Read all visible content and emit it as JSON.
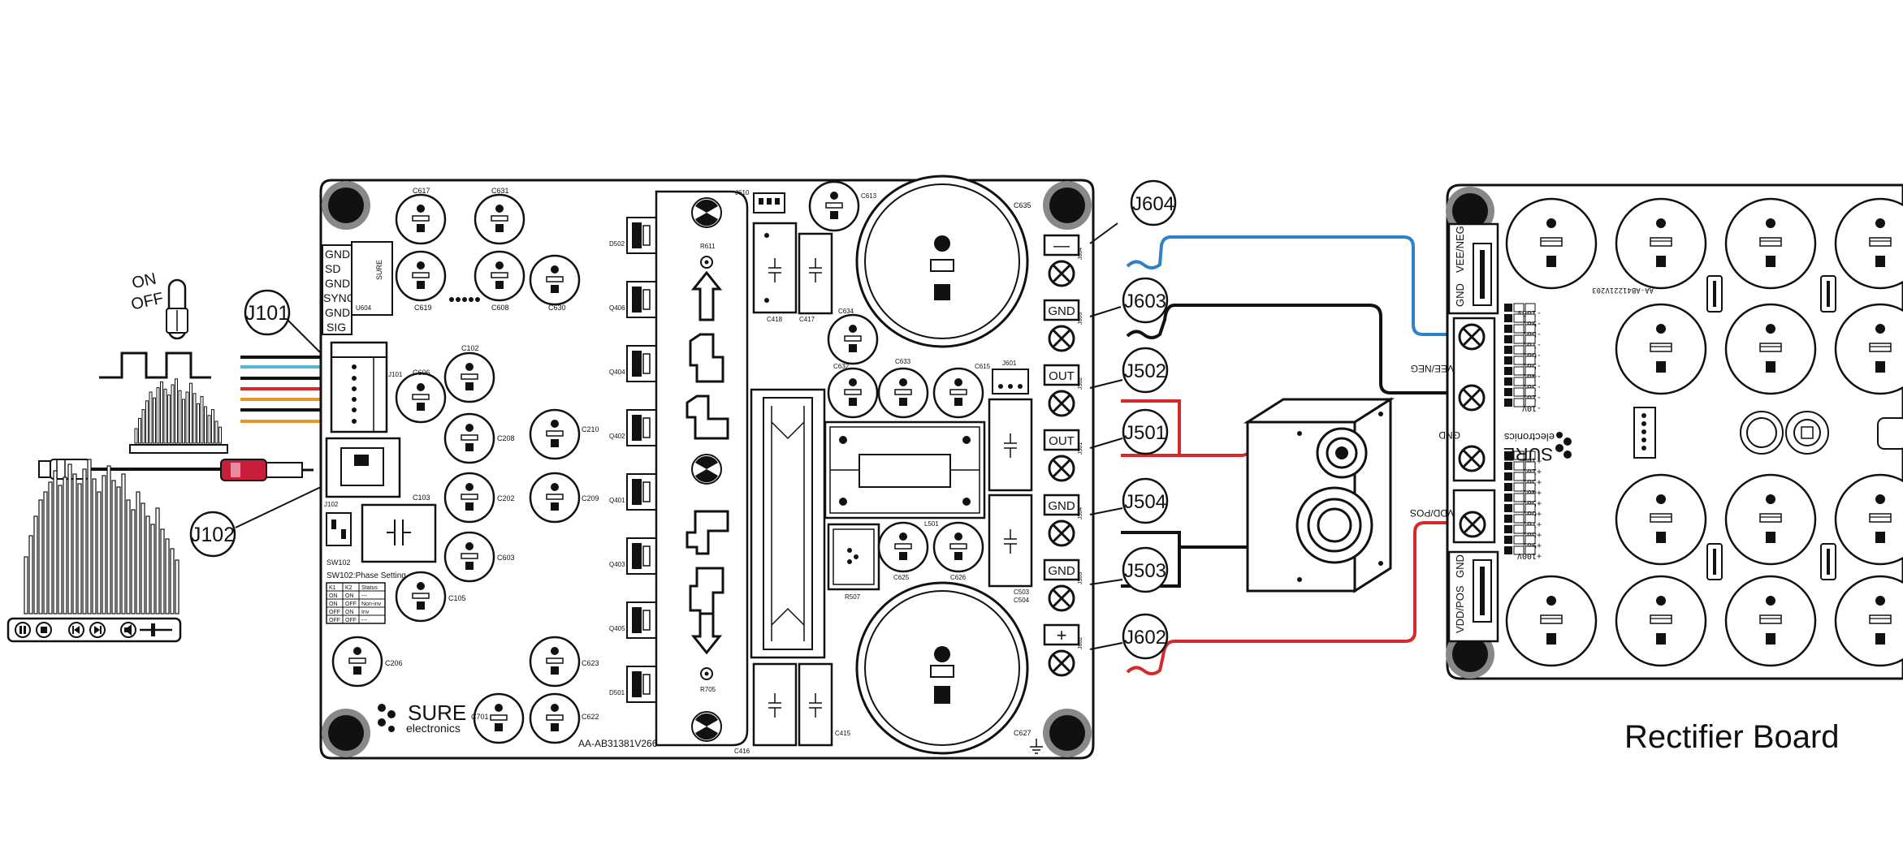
{
  "board_labels": {
    "rectifier_title": "Rectifier Board",
    "amp_part_number": "AA-AB31381V266",
    "rect_part_number": "AA-AB41221V203",
    "brand": "SURE",
    "brand_sub": "electronics"
  },
  "callouts": [
    "J604",
    "J603",
    "J502",
    "J501",
    "J504",
    "J503",
    "J602",
    "J101",
    "J102"
  ],
  "input_header": [
    "GND",
    "SD",
    "GND",
    "SYNC",
    "GND",
    "SIG"
  ],
  "switch": {
    "on": "ON",
    "off": "OFF"
  },
  "output_terminals": [
    "—",
    "GND",
    "OUT",
    "OUT",
    "GND",
    "GND",
    "+"
  ],
  "rect_terminals": {
    "vee_neg": "VEE/NEG",
    "gnd": "GND",
    "vdd_pos": "VDD/POS"
  },
  "neg_voltage_table": [
    "-100V",
    "-90V",
    "-80V",
    "-70V",
    "-60V",
    "-50V",
    "-40V",
    "-30V",
    "-20V",
    "-10V"
  ],
  "pos_voltage_table": [
    "+10V",
    "+20V",
    "+30V",
    "+40V",
    "+50V",
    "+60V",
    "+70V",
    "+80V",
    "+90V",
    "+100V"
  ],
  "phase_setting": {
    "title": "SW102:Phase Setting",
    "headers": [
      "K1",
      "K2",
      "Status"
    ],
    "rows": [
      [
        "ON",
        "ON",
        "---"
      ],
      [
        "ON",
        "OFF",
        "Non-inv"
      ],
      [
        "OFF",
        "ON",
        "Inv"
      ],
      [
        "OFF",
        "OFF",
        "---"
      ]
    ]
  },
  "components": {
    "c617": "C617",
    "c631": "C631",
    "c619": "C619",
    "c608": "C608",
    "c630": "C630",
    "u604": "U604",
    "c102": "C102",
    "c606": "C606",
    "j101_small": "J101",
    "c208": "C208",
    "c210": "C210",
    "c202": "C202",
    "c209": "C209",
    "c603": "C603",
    "c103": "C103",
    "j102_small": "J102",
    "sw102": "SW102",
    "c105": "C105",
    "c206": "C206",
    "c623": "C623",
    "c701": "C701",
    "c622": "C622",
    "d502": "D502",
    "q406": "Q406",
    "q404": "Q404",
    "q402": "Q402",
    "q401": "Q401",
    "q403": "Q403",
    "q405": "Q405",
    "d501": "D501",
    "r611": "R611",
    "r705": "R705",
    "j610": "J610",
    "c613": "C613",
    "c418": "C418",
    "c417": "C417",
    "c634": "C634",
    "c632": "C632",
    "c633": "C633",
    "c615": "C615",
    "j601": "J601",
    "c635": "C635",
    "l501": "L501",
    "r507": "R507",
    "c625": "C625",
    "c626": "C626",
    "c503": "C503",
    "c504": "C504",
    "c416": "C416",
    "c415": "C415",
    "c627": "C627",
    "j604s": "J604",
    "j603s": "J603",
    "j502s": "J502",
    "j501s": "J501",
    "j504s": "J504",
    "j503s": "J503",
    "j602s": "J602"
  },
  "colors": {
    "wire_blue": "#2f80c8",
    "wire_red": "#d42a2a",
    "wire_black": "#111111",
    "wire_cyan": "#58b7d8",
    "wire_orange": "#e8962a",
    "rca_red": "#c81e3c"
  }
}
